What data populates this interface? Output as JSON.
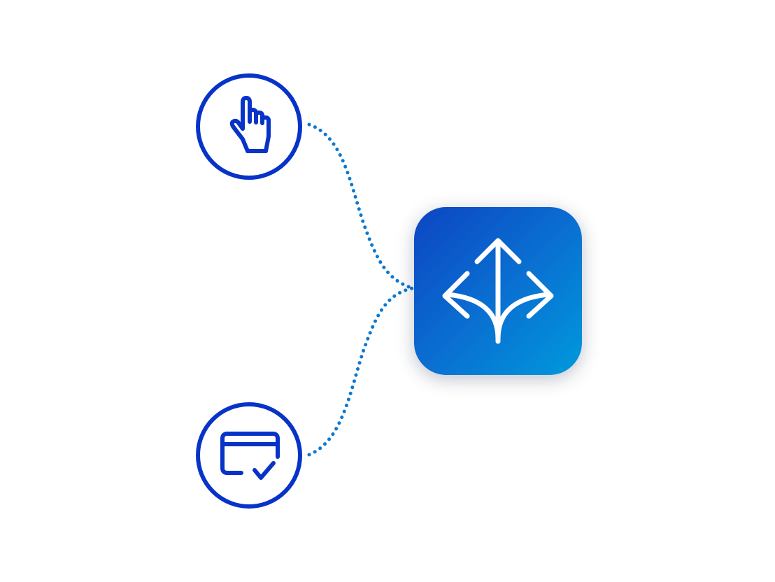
{
  "diagram": {
    "nodes": [
      {
        "id": "click",
        "icon": "pointer-hand-icon"
      },
      {
        "id": "card",
        "icon": "card-check-icon"
      },
      {
        "id": "split",
        "icon": "split-arrows-icon"
      }
    ],
    "connectors": [
      {
        "from": "click",
        "to": "split",
        "style": "dotted"
      },
      {
        "from": "card",
        "to": "split",
        "style": "dotted"
      }
    ]
  },
  "colors": {
    "node_stroke": "#0733c9",
    "connector": "#0a78d0",
    "tile_gradient_start": "#0c45c2",
    "tile_gradient_end": "#0099dc",
    "tile_icon": "#ffffff",
    "background": "#ffffff"
  }
}
